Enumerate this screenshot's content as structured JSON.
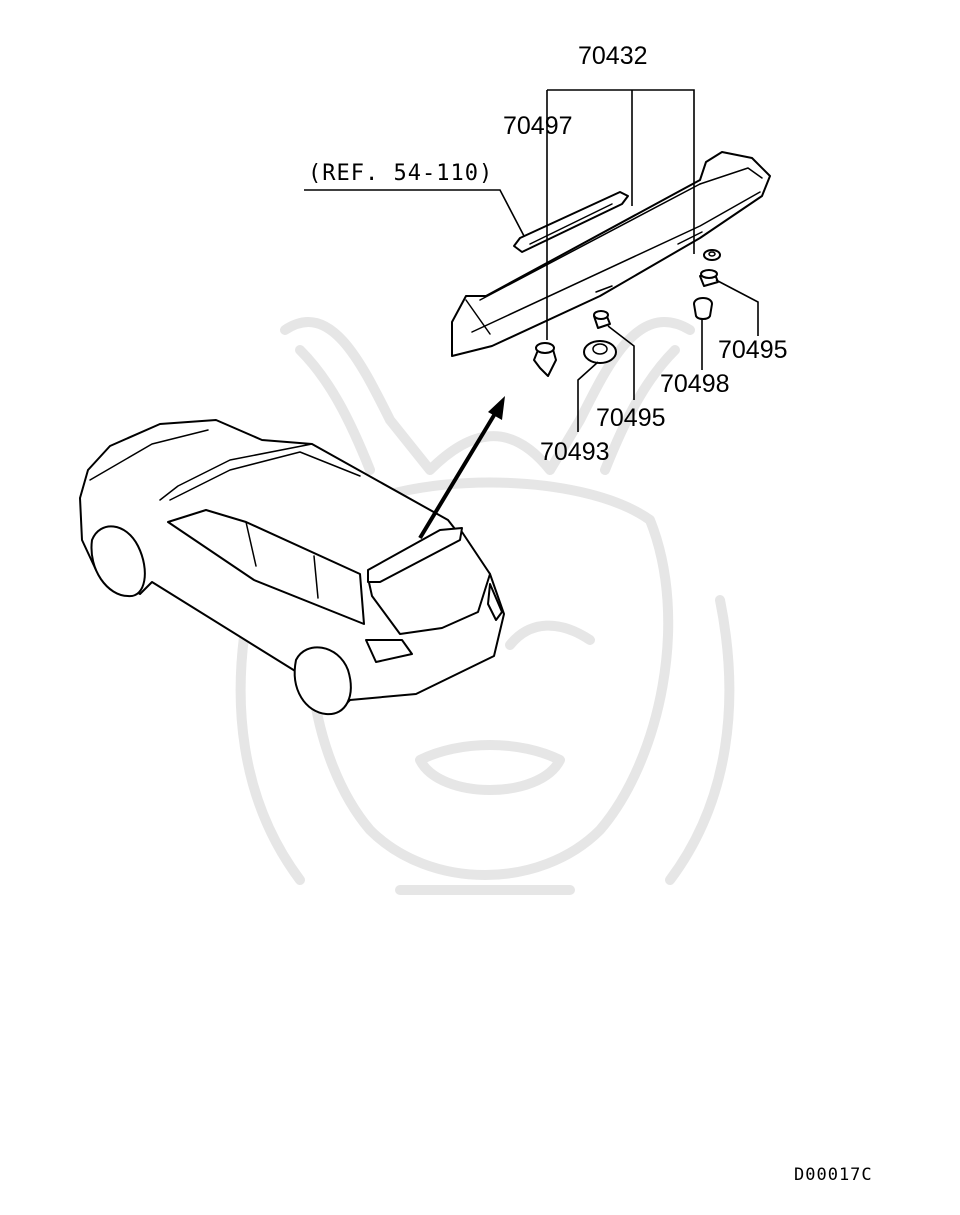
{
  "labels": {
    "part_70432": "70432",
    "part_70497": "70497",
    "ref": "(REF. 54-110)",
    "part_70495_right": "70495",
    "part_70498": "70498",
    "part_70495_mid": "70495",
    "part_70493": "70493"
  },
  "diagram_code": "D00017C",
  "colors": {
    "line": "#000000",
    "background": "#ffffff",
    "watermark": "#e6e6e6"
  }
}
